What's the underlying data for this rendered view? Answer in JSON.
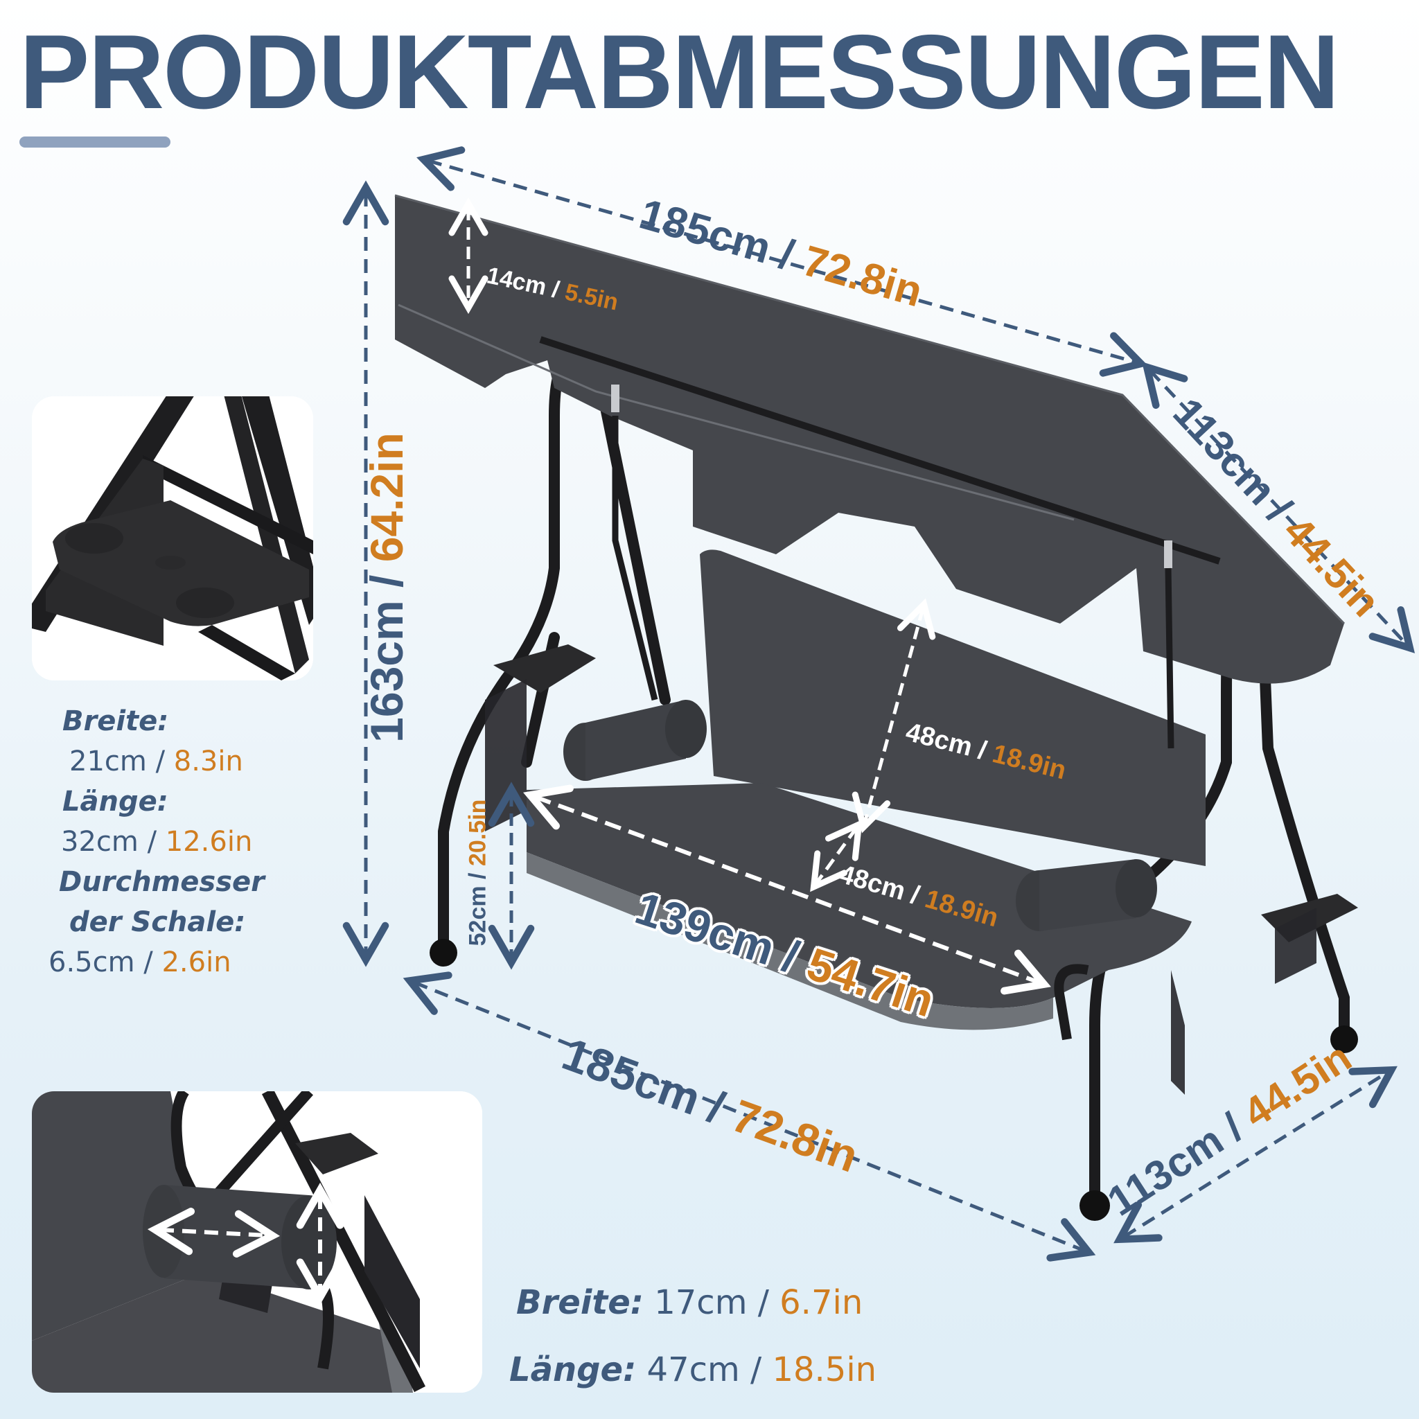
{
  "header": {
    "title": "PRODUKTABMESSUNGEN"
  },
  "colors": {
    "primary_blue": "#3f5a7c",
    "accent_orange": "#d07d20",
    "fabric_gray": "#45474c",
    "frame_black": "#1c1c1e",
    "background": "#e6f1f8"
  },
  "dimensions": {
    "canopy_length": {
      "cm": "185cm",
      "sep": " / ",
      "in": "72.8in"
    },
    "canopy_depth": {
      "cm": "113cm",
      "sep": " / ",
      "in": "44.5in"
    },
    "canopy_valance": {
      "cm": "14cm",
      "sep": " / ",
      "in": "5.5in"
    },
    "total_height": {
      "cm": "163cm",
      "sep": " / ",
      "in": "64.2in"
    },
    "backrest_height": {
      "cm": "48cm",
      "sep": " / ",
      "in": "18.9in"
    },
    "seat_depth": {
      "cm": "48cm",
      "sep": " / ",
      "in": "18.9in"
    },
    "seat_width": {
      "cm": "139cm",
      "sep": " / ",
      "in": "54.7in"
    },
    "seat_height": {
      "cm": "52cm",
      "sep": " / ",
      "in": "20.5in"
    },
    "base_length": {
      "cm": "185cm",
      "sep": " / ",
      "in": "72.8in"
    },
    "base_depth": {
      "cm": "113cm",
      "sep": " / ",
      "in": "44.5in"
    }
  },
  "tray_specs": {
    "width_label": "Breite:",
    "width_cm": "21cm / ",
    "width_in": "8.3in",
    "length_label": "Länge:",
    "length_cm": "32cm / ",
    "length_in": "12.6in",
    "diameter_label_1": "Durchmesser",
    "diameter_label_2": "der Schale:",
    "diameter_cm": "6.5cm / ",
    "diameter_in": "2.6in"
  },
  "pillow_specs": {
    "width_label": "Breite:",
    "width_cm": " 17cm / ",
    "width_in": "6.7in",
    "length_label": "Länge:",
    "length_cm": " 47cm / ",
    "length_in": "18.5in"
  }
}
